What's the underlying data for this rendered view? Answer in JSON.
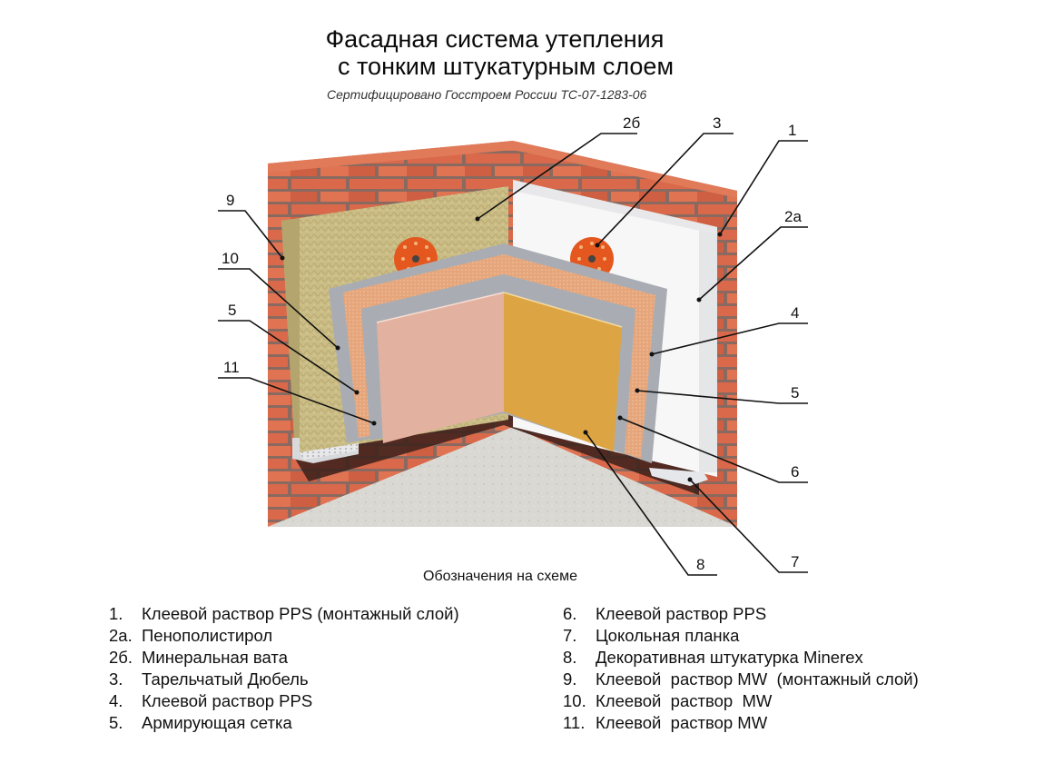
{
  "header": {
    "title_line1": "Фасадная система утепления",
    "title_line2": "с тонким штукатурным слоем",
    "subtitle": "Сертифицировано Госстроем России ТС-07-1283-06"
  },
  "colors": {
    "brick": "#d9694a",
    "mortar": "#8a6a60",
    "mineral_wool": "#cbbd86",
    "polystyrene": "#f7f7f7",
    "adhesive_gray": "#a9adb3",
    "mesh_orange": "#e6a57a",
    "plaster_pink": "#e3b1a0",
    "plaster_yellow": "#dca442",
    "dowel_orange": "#e4571e",
    "floor": "#d9d8d3",
    "plinth_dark": "#3a201a"
  },
  "callouts": [
    {
      "id": "2б",
      "label": "2б"
    },
    {
      "id": "3",
      "label": "3"
    },
    {
      "id": "1",
      "label": "1"
    },
    {
      "id": "2а",
      "label": "2а"
    },
    {
      "id": "4",
      "label": "4"
    },
    {
      "id": "5r",
      "label": "5"
    },
    {
      "id": "6",
      "label": "6"
    },
    {
      "id": "7",
      "label": "7"
    },
    {
      "id": "8",
      "label": "8"
    },
    {
      "id": "9",
      "label": "9"
    },
    {
      "id": "10",
      "label": "10"
    },
    {
      "id": "5l",
      "label": "5"
    },
    {
      "id": "11",
      "label": "11"
    }
  ],
  "legend": {
    "title": "Обозначения на схеме",
    "left": [
      {
        "num": "1.",
        "text": "Клеевой раствор PPS (монтажный слой)"
      },
      {
        "num": "2а.",
        "text": "Пенополистирол"
      },
      {
        "num": "2б.",
        "text": "Минеральная вата"
      },
      {
        "num": "3.",
        "text": "Тарельчатый Дюбель"
      },
      {
        "num": "4.",
        "text": "Клеевой раствор PPS"
      },
      {
        "num": "5.",
        "text": "Армирующая сетка"
      }
    ],
    "right": [
      {
        "num": "6.",
        "text": "Клеевой раствор PPS"
      },
      {
        "num": "7.",
        "text": "Цокольная планка"
      },
      {
        "num": "8.",
        "text": "Декоративная штукатурка Minerex"
      },
      {
        "num": "9.",
        "text": "Клеевой  раствор MW  (монтажный слой)"
      },
      {
        "num": "10.",
        "text": "Клеевой  раствор  MW"
      },
      {
        "num": "11.",
        "text": "Клеевой  раствор MW"
      }
    ]
  }
}
